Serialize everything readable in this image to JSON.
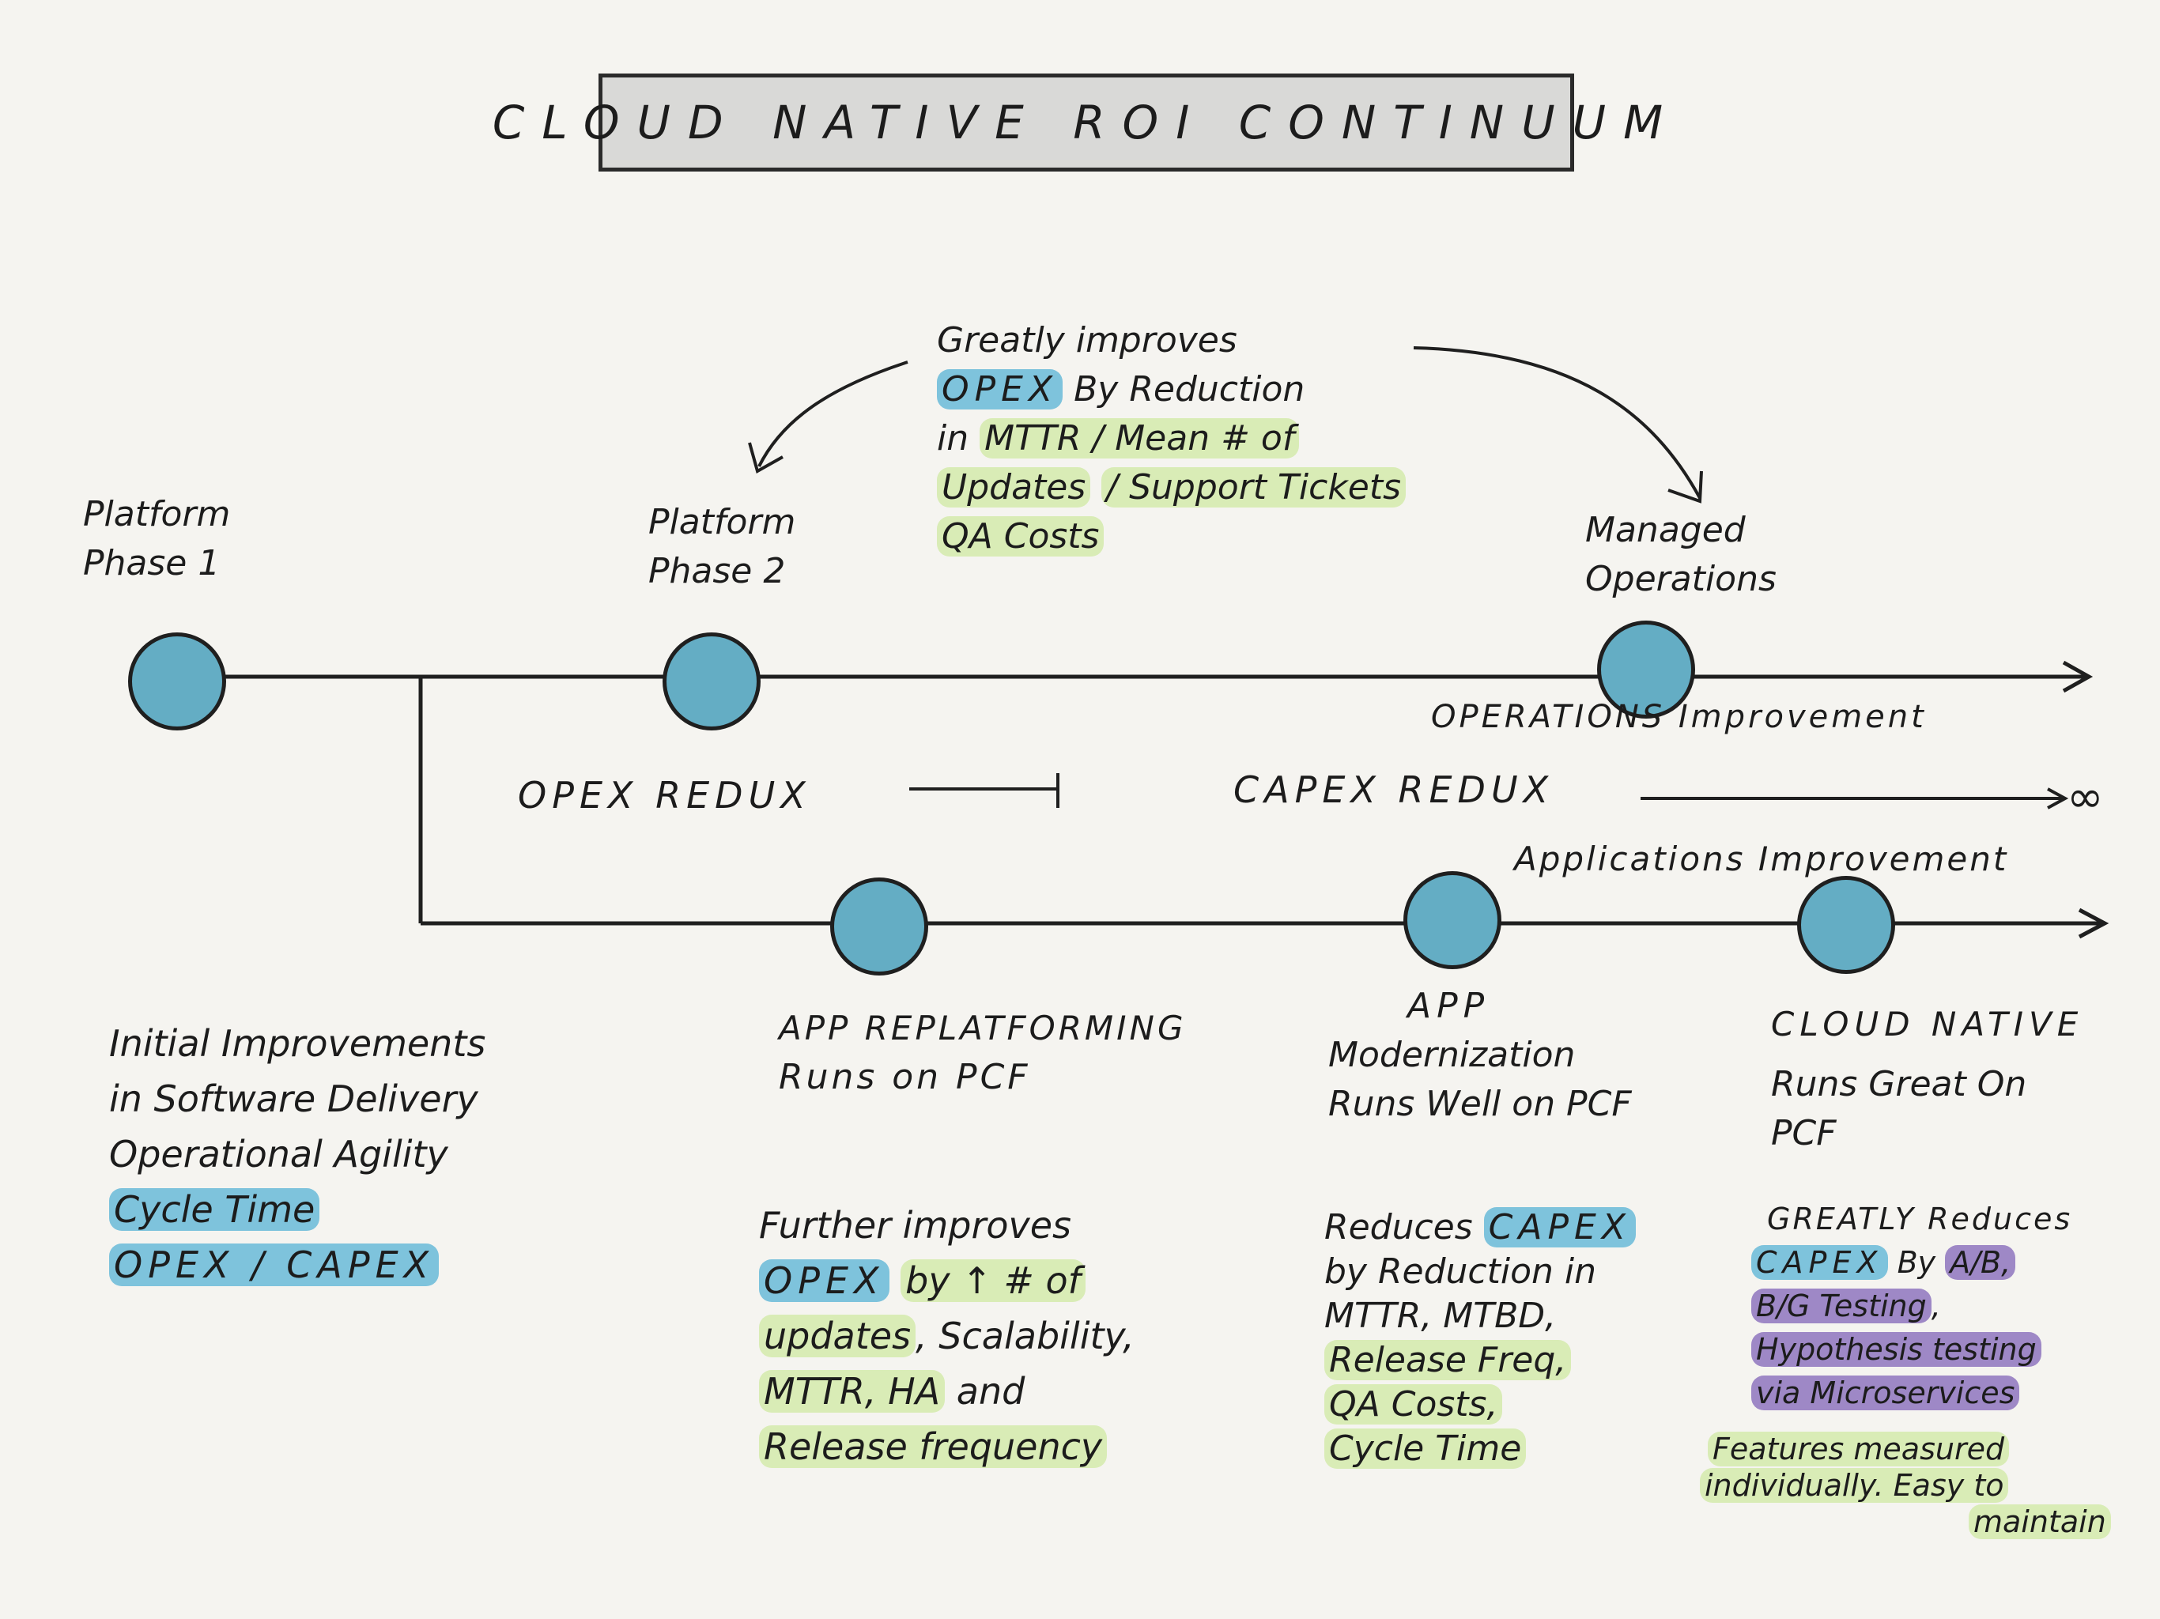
{
  "title": "CLOUD NATIVE ROI CONTINUUM",
  "top_note": {
    "line1": "Greatly improves",
    "opex": "OPEX",
    "by_reduction": "By Reduction",
    "in": "in",
    "mttr_mean": "MTTR / Mean # of",
    "updates": "Updates",
    "support": "/ Support Tickets",
    "qa_costs": "QA Costs"
  },
  "milestones": {
    "platform_phase1": [
      "Platform",
      "Phase 1"
    ],
    "platform_phase2": [
      "Platform",
      "Phase 2"
    ],
    "managed_ops": [
      "Managed",
      "Operations"
    ]
  },
  "axes": {
    "operations": "OPERATIONS Improvement",
    "applications": "Applications Improvement",
    "opex_redux": "OPEX REDUX",
    "capex_redux": "CAPEX REDUX",
    "infinity": "∞"
  },
  "stages": {
    "initial": {
      "line1": "Initial Improvements",
      "line2": "in Software Delivery",
      "line3": "Operational Agility",
      "cycle": "Cycle Time",
      "opex_capex": "OPEX / CAPEX"
    },
    "replatform": {
      "title": "APP REPLATFORMING",
      "sub": "Runs on PCF",
      "d1": "Further improves",
      "opex": "OPEX",
      "d2": "by ↑ # of",
      "updates": "updates",
      "scal": ", Scalability,",
      "mttr_ha": "MTTR, HA",
      "and": "and",
      "release": "Release frequency"
    },
    "modernization": {
      "t1": "APP",
      "t2": "Modernization",
      "sub": "Runs Well on PCF",
      "d1": "Reduces",
      "capex": "CAPEX",
      "d2": "by Reduction in",
      "d3": "MTTR, MTBD,",
      "release": "Release Freq,",
      "qa": "QA Costs,",
      "cycle": "Cycle Time"
    },
    "cloud_native": {
      "title": "CLOUD NATIVE",
      "sub1": "Runs Great On",
      "sub2": "PCF",
      "d1": "GREATLY Reduces",
      "capex": "CAPEX",
      "by": "By",
      "ab": "A/B,",
      "bg": "B/G Testing",
      "comma": ",",
      "hyp": "Hypothesis testing",
      "via": "via Microservices",
      "f1": "Features measured",
      "f2": "individually. Easy to",
      "f3": "maintain"
    }
  },
  "colors": {
    "node": "#64adc4",
    "highlight_blue": "#7ec3dc",
    "highlight_green": "#d9ecb6",
    "highlight_purple": "#9e88c6"
  }
}
